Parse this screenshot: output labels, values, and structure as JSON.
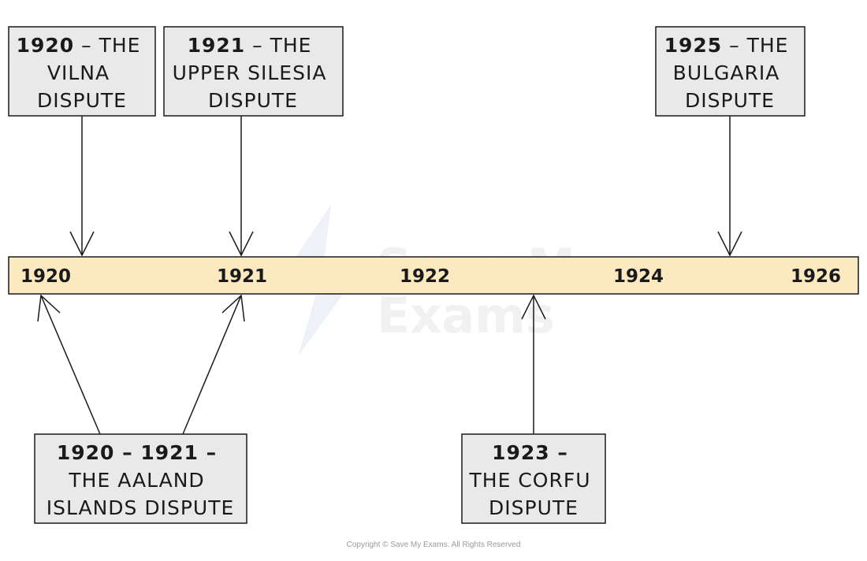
{
  "colors": {
    "timeline_fill": "#fde9c0",
    "box_fill": "#e9e9e9",
    "stroke": "#1a1a1a",
    "watermark": "#eef1f8"
  },
  "timeline": {
    "years": [
      "1920",
      "1921",
      "1922",
      "1924",
      "1926"
    ]
  },
  "events_top": [
    {
      "year": "1920",
      "line1_rest": " – THE",
      "line2": "VILNA",
      "line3": "DISPUTE"
    },
    {
      "year": "1921",
      "line1_rest": " – THE",
      "line2": "UPPER SILESIA",
      "line3": "DISPUTE"
    },
    {
      "year": "1925",
      "line1_rest": " – THE",
      "line2": "BULGARIA",
      "line3": "DISPUTE"
    }
  ],
  "events_bottom": [
    {
      "year": "1920 – 1921 –",
      "line2": "THE AALAND",
      "line3": "ISLANDS DISPUTE"
    },
    {
      "year": "1923 –",
      "line2": "THE CORFU",
      "line3": "DISPUTE"
    }
  ],
  "watermark": {
    "line1": "Save My",
    "line2": "Exams"
  },
  "copyright": "Copyright © Save My Exams. All Rights Reserved"
}
